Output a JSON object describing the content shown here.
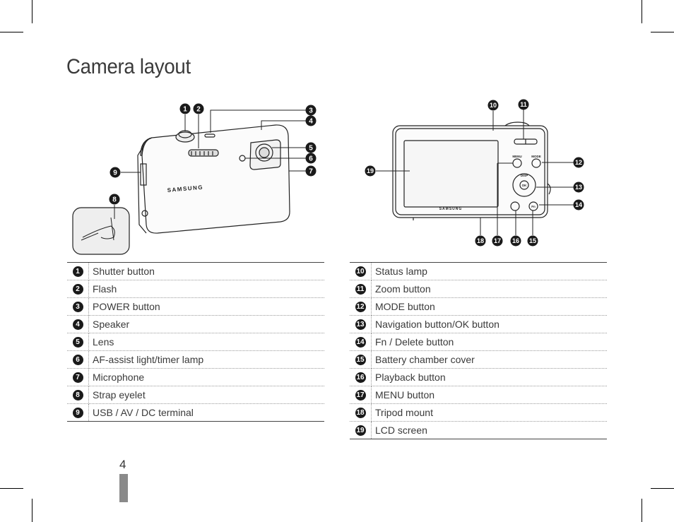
{
  "page": {
    "title": "Camera layout",
    "page_number": "4",
    "accent_color": "#8a8a8a"
  },
  "front_view": {
    "brand": "SAMSUNG",
    "callouts": [
      "1",
      "2",
      "3",
      "4",
      "5",
      "6",
      "7",
      "8",
      "9"
    ]
  },
  "back_view": {
    "brand": "SAMSUNG",
    "button_labels": {
      "menu": "MENU",
      "mode": "MODE",
      "disp": "DISP",
      "ok": "OK",
      "fn": "Fn"
    },
    "callouts": [
      "10",
      "11",
      "12",
      "13",
      "14",
      "15",
      "16",
      "17",
      "18",
      "19"
    ]
  },
  "parts_left": [
    {
      "num": "1",
      "label": "Shutter button"
    },
    {
      "num": "2",
      "label": "Flash"
    },
    {
      "num": "3",
      "label": "POWER button"
    },
    {
      "num": "4",
      "label": "Speaker"
    },
    {
      "num": "5",
      "label": "Lens"
    },
    {
      "num": "6",
      "label": "AF-assist light/timer lamp"
    },
    {
      "num": "7",
      "label": "Microphone"
    },
    {
      "num": "8",
      "label": "Strap eyelet"
    },
    {
      "num": "9",
      "label": "USB / AV / DC terminal"
    }
  ],
  "parts_right": [
    {
      "num": "10",
      "label": "Status lamp"
    },
    {
      "num": "11",
      "label": "Zoom button"
    },
    {
      "num": "12",
      "label": "MODE button"
    },
    {
      "num": "13",
      "label": "Navigation button/OK button"
    },
    {
      "num": "14",
      "label": "Fn / Delete button"
    },
    {
      "num": "15",
      "label": "Battery chamber cover"
    },
    {
      "num": "16",
      "label": "Playback button"
    },
    {
      "num": "17",
      "label": "MENU button"
    },
    {
      "num": "18",
      "label": "Tripod mount"
    },
    {
      "num": "19",
      "label": "LCD screen"
    }
  ]
}
